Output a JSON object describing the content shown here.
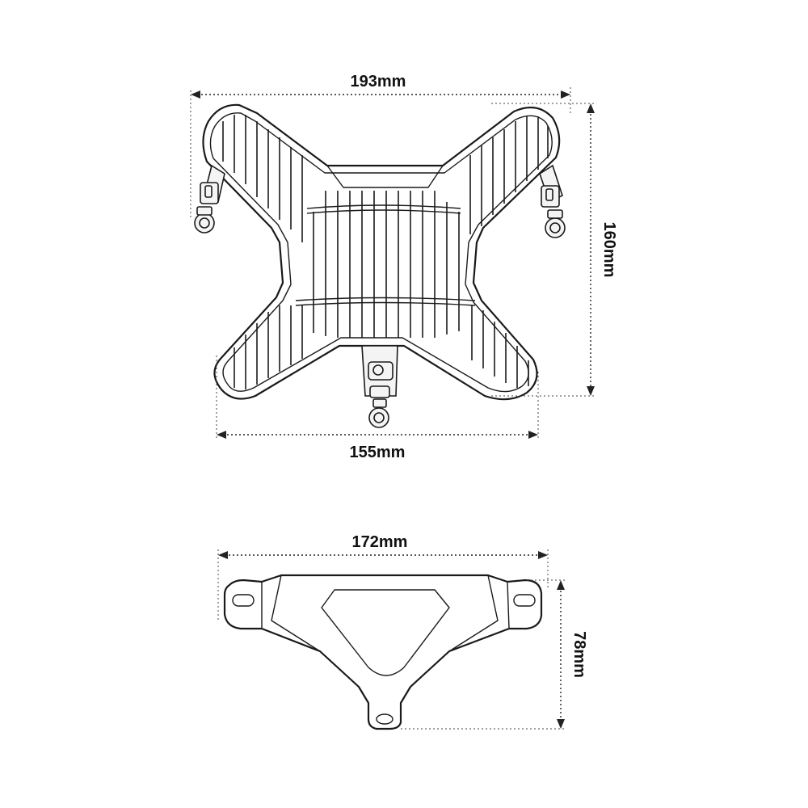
{
  "dimensions": {
    "grille_width": "193mm",
    "grille_height": "160mm",
    "grille_bottom_width": "155mm",
    "bracket_width": "172mm",
    "bracket_height": "78mm"
  },
  "colors": {
    "line": "#1a1a1a",
    "background": "#ffffff"
  }
}
